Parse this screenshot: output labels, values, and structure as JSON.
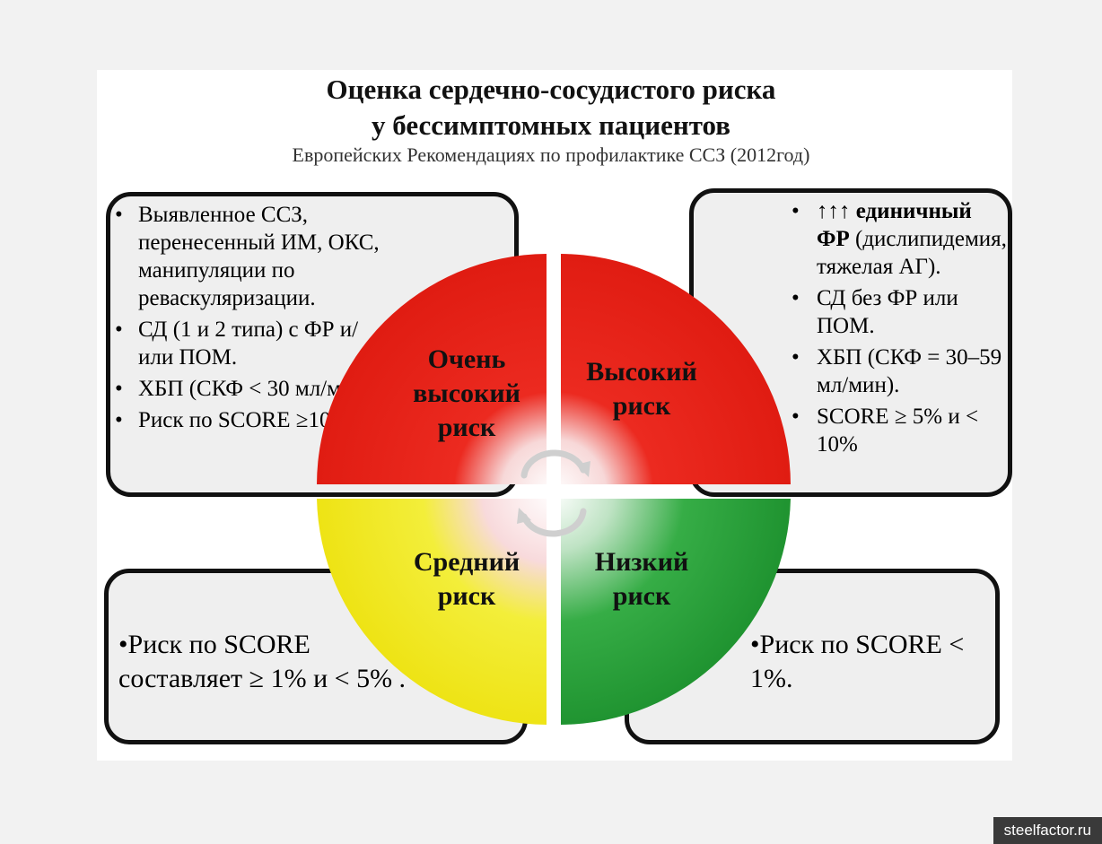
{
  "title_line1": "Оценка сердечно-сосудистого риска",
  "title_line2": "у бессимптомных пациентов",
  "subtitle": "Европейских Рекомендациях по профилактике ССЗ (2012год)",
  "quadrants": {
    "very_high": {
      "line1": "Очень",
      "line2": "высокий",
      "line3": "риск",
      "color": "#e51e14"
    },
    "high": {
      "line1": "Высокий",
      "line2": "риск",
      "color": "#e51e14"
    },
    "medium": {
      "line1": "Средний",
      "line2": "риск",
      "color": "#f2e81a"
    },
    "low": {
      "line1": "Низкий",
      "line2": "риск",
      "color": "#1f9a35"
    }
  },
  "box_top_left": {
    "items": [
      "Выявленное ССЗ, перенесенный ИМ, ОКС, манипуляции по реваскуляризации.",
      "СД (1 и 2 типа) с ФР и/или ПОМ.",
      "ХБП (СКФ < 30 мл/мин).",
      "Риск по SCORE ≥10%."
    ]
  },
  "box_top_right": {
    "item1_bold": "↑↑↑ единичный ФР",
    "item1_rest": "(дислипидемия, тяжелая АГ).",
    "item2": "СД без ФР или ПОМ.",
    "item3": "ХБП (СКФ = 30–59 мл/мин).",
    "item4": "SCORE  ≥ 5% и < 10%"
  },
  "box_bottom_left": {
    "text": "•Риск по SCORE составляет ≥ 1% и < 5% ."
  },
  "box_bottom_right": {
    "text": "•Риск по SCORE < 1%."
  },
  "watermark": "steelfactor.ru"
}
